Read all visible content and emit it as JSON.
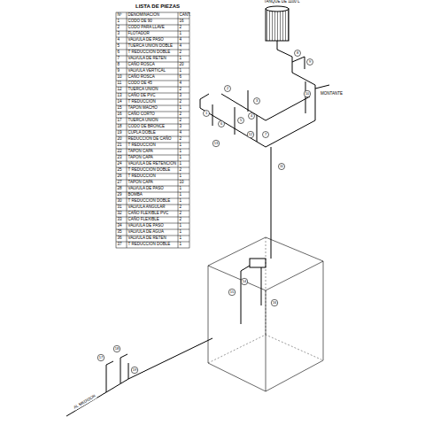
{
  "diagram": {
    "title": "LISTA DE PIEZAS",
    "labels": [
      "Nº",
      "DENOMINACION",
      "CANT.",
      "1",
      "CODO DE 90",
      "16",
      "2",
      "CODO PARA LLAVE",
      "2",
      "3",
      "FLOTADOR",
      "1",
      "4",
      "VALVULA DE PASO",
      "4",
      "5",
      "TUERCA UNION DOBLE",
      "4",
      "6",
      "T REDUCCION DOBLE",
      "2",
      "7",
      "VALVULA DE RETEN",
      "1",
      "8",
      "CAÑO ROSCA",
      "20",
      "9",
      "VALVULA VERTICAL",
      "1",
      "10",
      "CAÑO ROSCA",
      "6",
      "11",
      "CODO DE 45",
      "4",
      "12",
      "TUERCA UNION",
      "2",
      "13",
      "CAÑO DE PVC",
      "3",
      "14",
      "T REDUCCION",
      "2",
      "15",
      "TAPON MACHO",
      "1",
      "16",
      "CAÑO CORTO",
      "2",
      "17",
      "TUERCA UNION",
      "2",
      "18",
      "CODO DE BRONCE",
      "3",
      "19",
      "CUPLA DOBLE",
      "4",
      "20",
      "REDUCCION DE CAÑO",
      "2",
      "21",
      "T REDUCCION",
      "1",
      "22",
      "TAPON CAPA",
      "1",
      "23",
      "TAPON CAPA",
      "1",
      "24",
      "VALVULA DE RETENCION",
      "1",
      "25",
      "T REDUCCION DOBLE",
      "2",
      "26",
      "T REDUCCION",
      "1",
      "27",
      "TAPON CAPA",
      "10",
      "28",
      "VALVULA DE PASO",
      "1",
      "29",
      "BOMBA",
      "1",
      "30",
      "T REDUCCION DOBLE",
      "1",
      "31",
      "VALVULA ANGULAR",
      "2",
      "32",
      "CAÑO FLEXIBLE PVC",
      "2",
      "33",
      "CAÑO FLEXIBLE",
      "2",
      "34",
      "VALVULA DE PASO",
      "1",
      "35",
      "VALVULA DE AGUA",
      "1",
      "36",
      "VALVULA DE RETEN",
      "1",
      "37",
      "T REDUCCION DOBLE",
      "1",
      "TANQUE DE 1100 L",
      "MONTANTE",
      "AL MEDIDOR",
      "1",
      "2",
      "3",
      "4",
      "5",
      "6",
      "7",
      "8",
      "9",
      "10",
      "11",
      "12",
      "13",
      "14",
      "15",
      "16",
      "17",
      "18",
      "19"
    ]
  }
}
